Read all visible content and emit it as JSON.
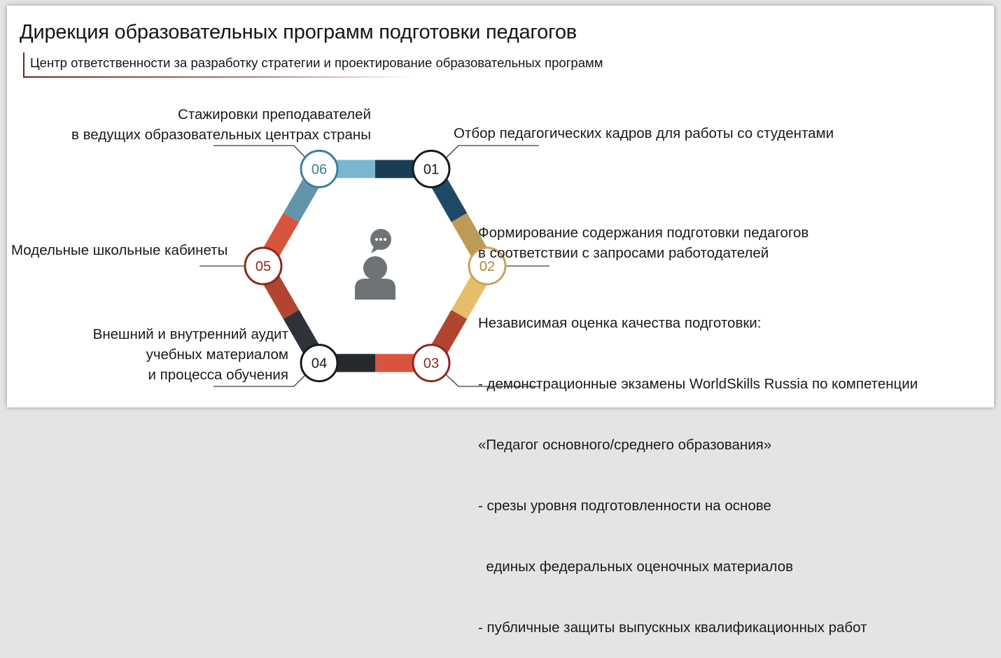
{
  "header": {
    "title": "Дирекция образовательных программ подготовки педагогов",
    "subtitle": "Центр ответственности за разработку стратегии и проектирование образовательных программ"
  },
  "nodes": [
    {
      "num": "01",
      "color": "#1f4a66",
      "text_color": "#1a1a1a",
      "border": "#1a1a1a"
    },
    {
      "num": "02",
      "color": "#e6bd6a",
      "text_color": "#b08a3c",
      "border": "#c9a35a"
    },
    {
      "num": "03",
      "color": "#d9543c",
      "text_color": "#8b2a1e",
      "border": "#8b2a1e"
    },
    {
      "num": "04",
      "color": "#2d3338",
      "text_color": "#1a1a1a",
      "border": "#1a1a1a"
    },
    {
      "num": "05",
      "color": "#d9543c",
      "text_color": "#8b2a1e",
      "border": "#8b2a1e"
    },
    {
      "num": "06",
      "color": "#79b6cf",
      "text_color": "#3d7f98",
      "border": "#3d7f98"
    }
  ],
  "labels": {
    "n01": [
      "Отбор педагогических кадров для работы со студентами"
    ],
    "n02": [
      "Формирование содержания подготовки педагогов",
      "в соответствии с запросами работодателей"
    ],
    "n03": [
      "Независимая оценка качества подготовки:",
      "- демонстрационные экзамены WorldSkills Russia по компетенции",
      "«Педагог основного/среднего образования»",
      "- срезы уровня подготовленности на основе",
      "  единых федеральных оценочных материалов",
      "- публичные защиты выпускных квалификационных работ"
    ],
    "n04": [
      "Внешний и внутренний аудит",
      "учебных материалом",
      "и процесса обучения"
    ],
    "n05": [
      "Модельные школьные кабинеты"
    ],
    "n06": [
      "Стажировки преподавателей",
      "в ведущих образовательных центрах страны"
    ]
  },
  "center_icon": "person-with-speech-bubble-icon",
  "colors": {
    "icon": "#6e7378",
    "leader": "#3a3a3a"
  }
}
